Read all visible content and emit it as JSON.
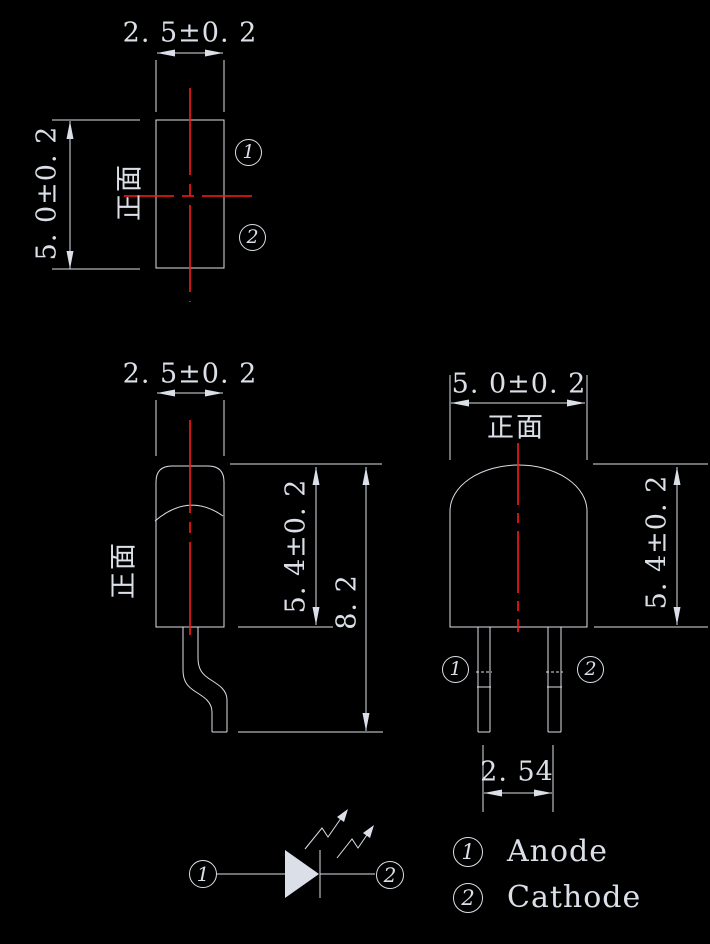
{
  "colors": {
    "background": "#000000",
    "line": "#dbe0e8",
    "centerline": "#ff1a16"
  },
  "views": {
    "top": {
      "face_label": "正面",
      "width_dim": "2. 5±0. 2",
      "height_dim": "5. 0±0. 2",
      "pin1": "1",
      "pin2": "2"
    },
    "side": {
      "face_label": "正面",
      "width_dim": "2. 5±0. 2",
      "body_height_dim": "5. 4±0. 2",
      "overall_height_dim": "8. 2"
    },
    "front": {
      "face_label": "正面",
      "width_dim": "5. 0±0. 2",
      "height_dim": "5. 4±0. 2",
      "lead_pitch_dim": "2. 54",
      "pin1": "1",
      "pin2": "2"
    },
    "schematic": {
      "pin1": "1",
      "pin2": "2"
    },
    "legend": {
      "items": [
        {
          "pin": "1",
          "label": "Anode"
        },
        {
          "pin": "2",
          "label": "Cathode"
        }
      ]
    }
  }
}
